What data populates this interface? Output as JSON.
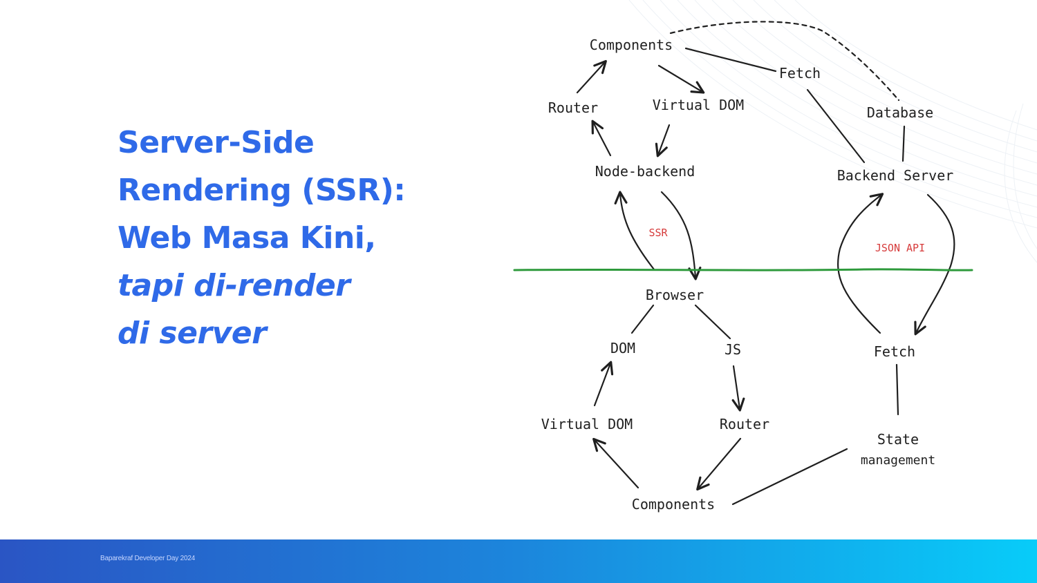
{
  "title": {
    "line1": "Server-Side",
    "line2": "Rendering (SSR):",
    "line3": "Web Masa Kini,",
    "line4": "tapi di-render",
    "line5": "di server"
  },
  "diagram": {
    "nodes": {
      "components_top": "Components",
      "router_top": "Router",
      "virtual_dom_top": "Virtual DOM",
      "node_backend": "Node-backend",
      "fetch_top": "Fetch",
      "database": "Database",
      "backend_server": "Backend Server",
      "browser": "Browser",
      "dom": "DOM",
      "js": "JS",
      "virtual_dom_bottom": "Virtual DOM",
      "router_bottom": "Router",
      "components_bottom": "Components",
      "fetch_bottom": "Fetch",
      "state_management_line1": "State",
      "state_management_line2": "management"
    },
    "edge_labels": {
      "ssr": "SSR",
      "json_api": "JSON API"
    },
    "colors": {
      "divider": "#2e9a3c",
      "edge_label": "#d63b3b",
      "title": "#2f6ae8"
    }
  },
  "footer": {
    "text": "Baparekraf Developer Day 2024"
  }
}
